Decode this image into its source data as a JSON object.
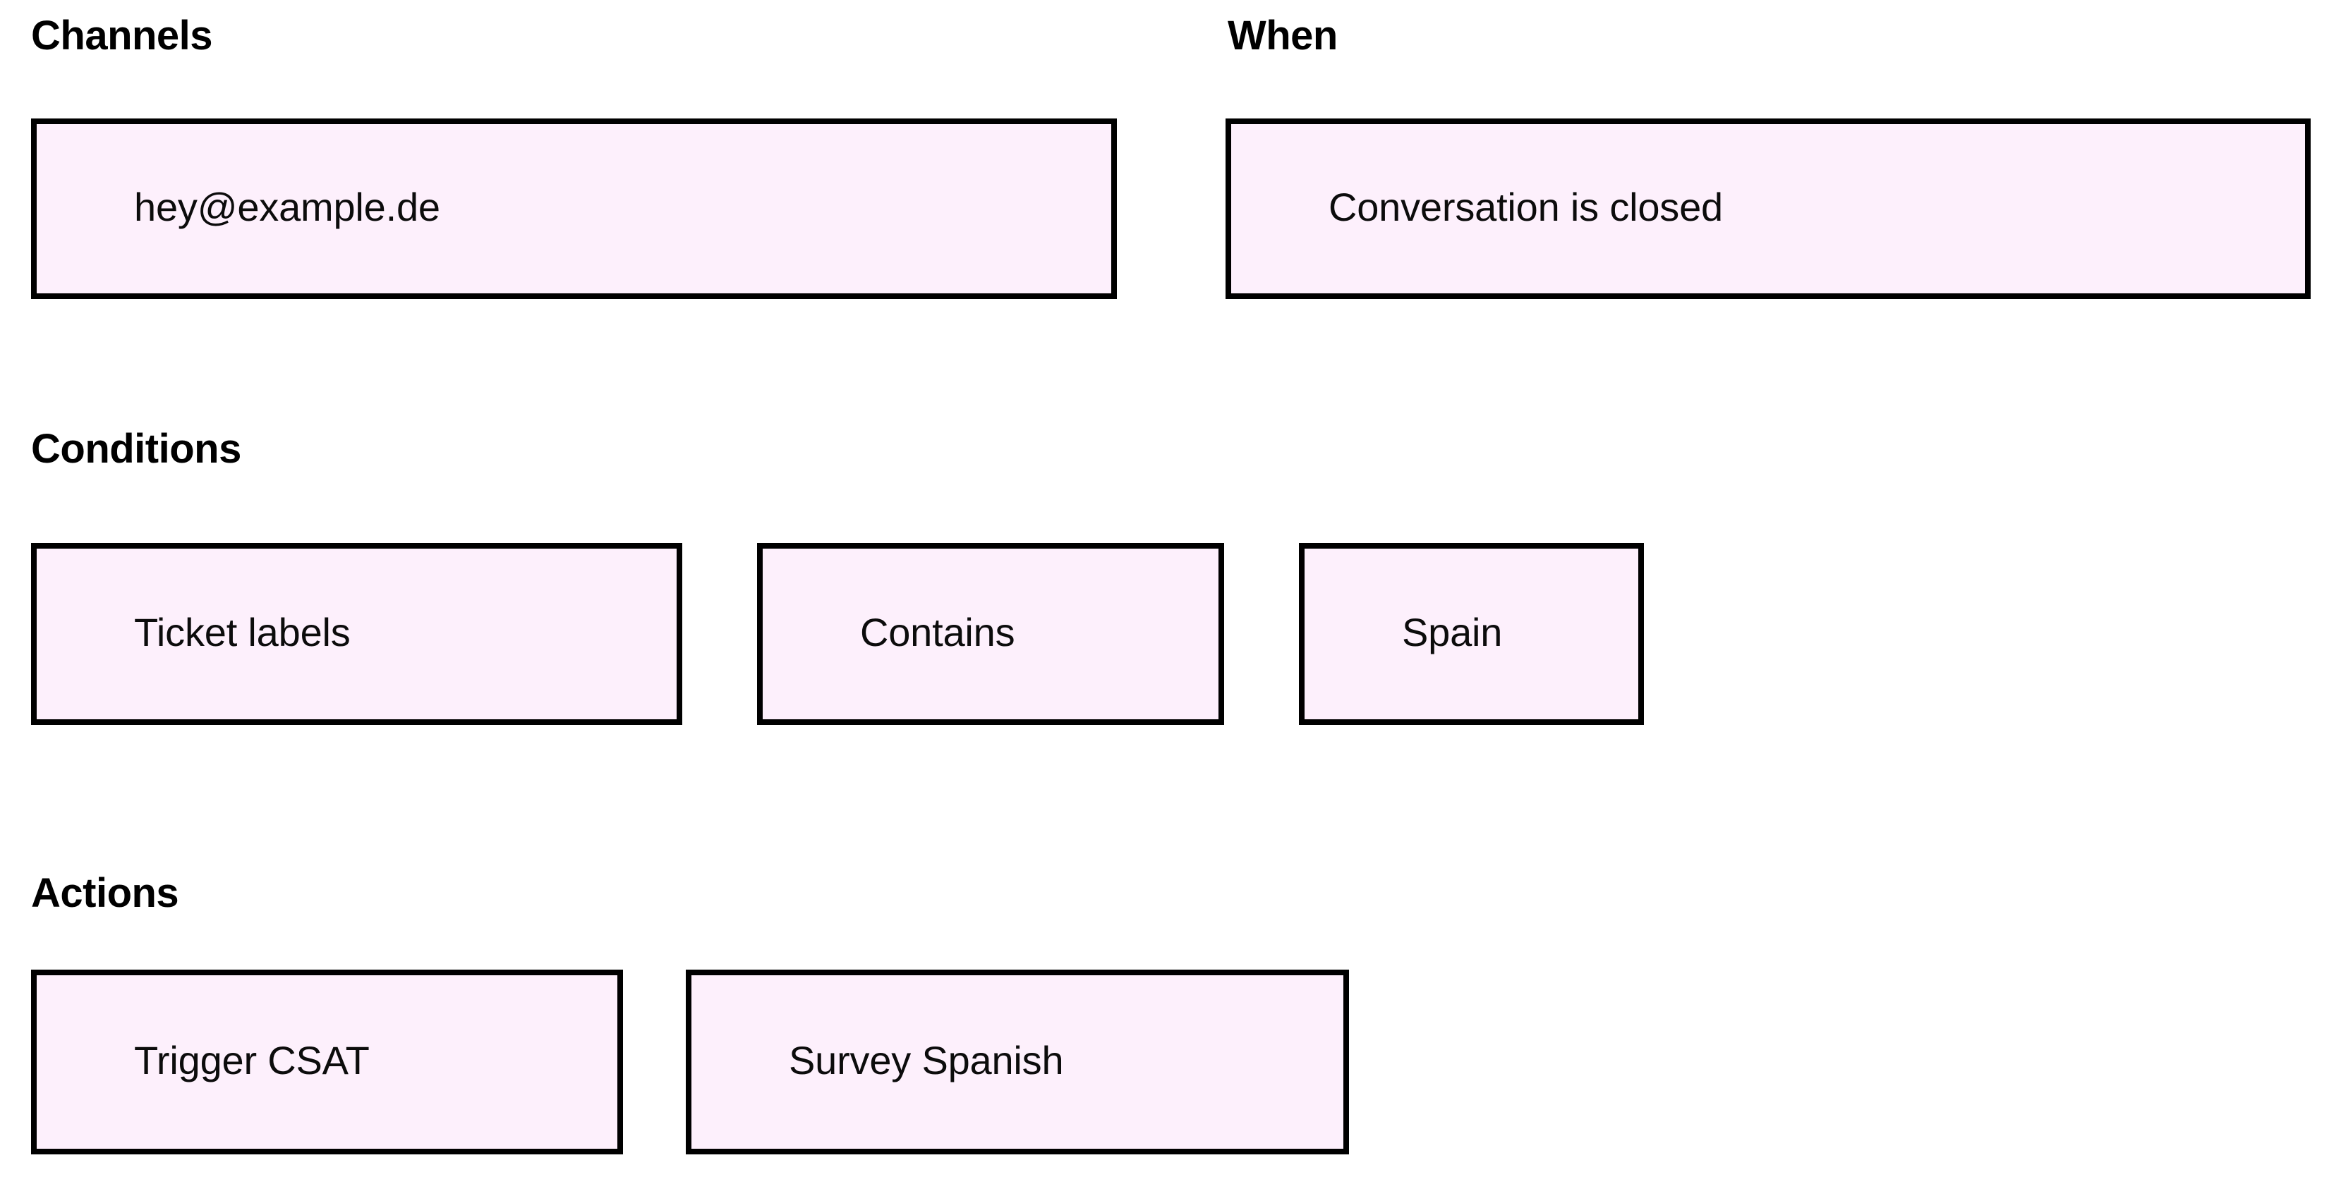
{
  "theme": {
    "background": "#ffffff",
    "chip_fill": "#fdf0fc",
    "chip_border": "#000000",
    "text": "#000000"
  },
  "sections": {
    "channels": {
      "heading": "Channels",
      "chips": [
        {
          "label": "hey@example.de",
          "name": "channel-email"
        }
      ]
    },
    "when": {
      "heading": "When",
      "chips": [
        {
          "label": "Conversation is closed",
          "name": "trigger-event"
        }
      ]
    },
    "conditions": {
      "heading": "Conditions",
      "chips": [
        {
          "label": "Ticket labels",
          "name": "condition-field"
        },
        {
          "label": "Contains",
          "name": "condition-operator"
        },
        {
          "label": "Spain",
          "name": "condition-value"
        }
      ]
    },
    "actions": {
      "heading": "Actions",
      "chips": [
        {
          "label": "Trigger CSAT",
          "name": "action-trigger-csat"
        },
        {
          "label": "Survey Spanish",
          "name": "action-survey-spanish"
        }
      ]
    }
  }
}
